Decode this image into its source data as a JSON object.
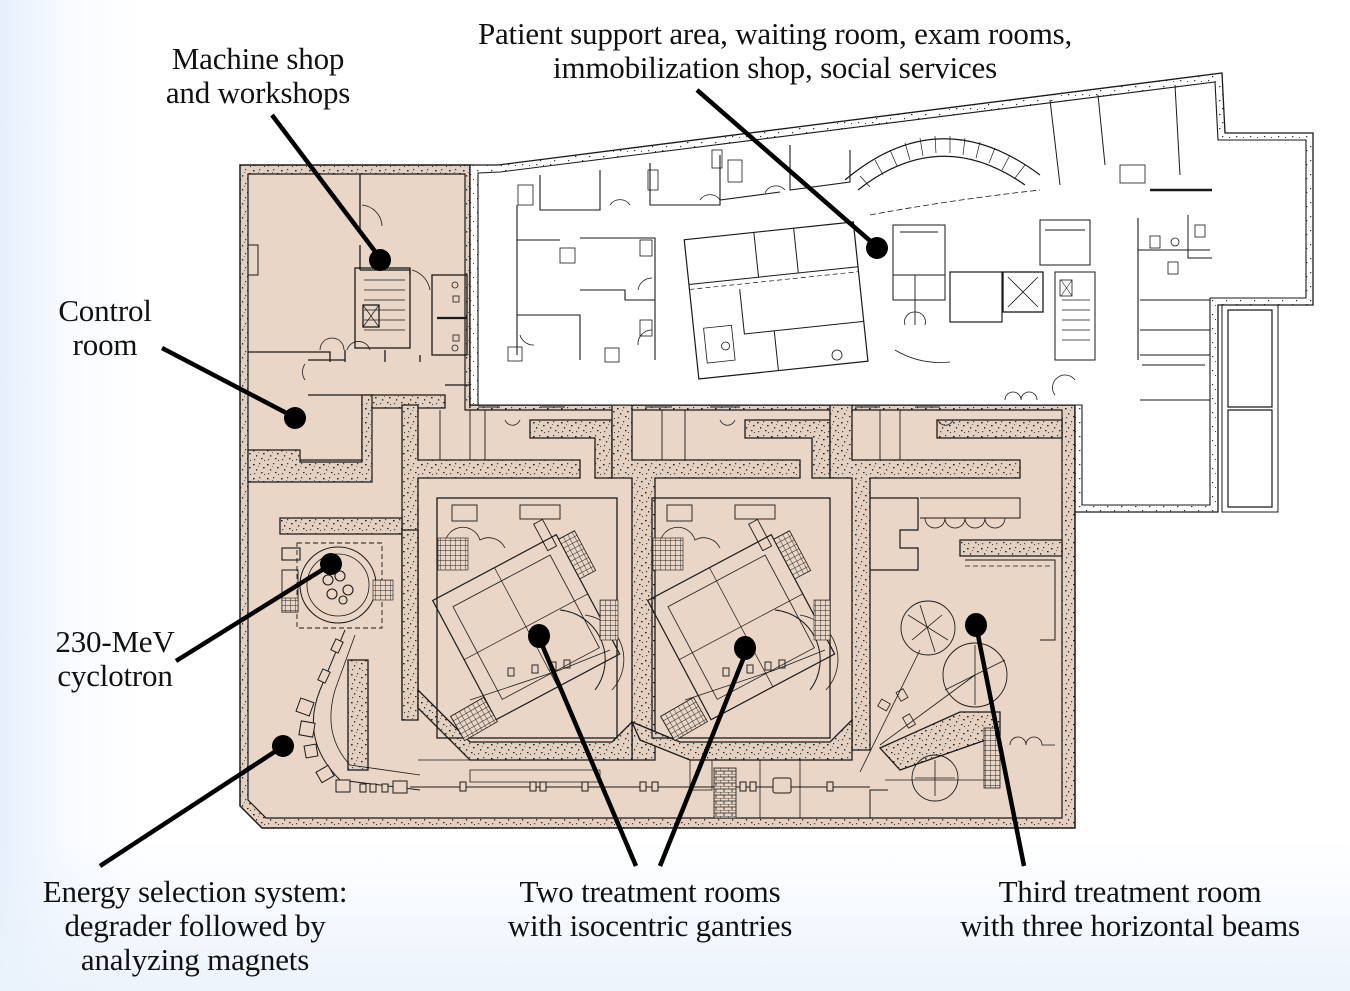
{
  "figure": {
    "title": "Proton therapy facility floor plan",
    "colors": {
      "shielded_area_fill": "#e9d6c7",
      "concrete_fill": "#e2cfc0",
      "wall_stroke": "#1a1a1a",
      "callout": "#000000",
      "background_edge": "#e6effb"
    }
  },
  "labels": {
    "machine_shop": {
      "lines": [
        "Machine shop",
        "and workshops"
      ]
    },
    "patient_support": {
      "lines": [
        "Patient support area, waiting room, exam rooms,",
        "immobilization shop, social services"
      ]
    },
    "control_room": {
      "lines": [
        "Control",
        "room"
      ]
    },
    "cyclotron": {
      "lines": [
        "230-MeV",
        "cyclotron"
      ]
    },
    "energy_selection": {
      "lines": [
        "Energy selection system:",
        "degrader followed by",
        "analyzing magnets"
      ]
    },
    "gantry_rooms": {
      "lines": [
        "Two treatment rooms",
        "with isocentric gantries"
      ]
    },
    "third_room": {
      "lines": [
        "Third treatment room",
        "with three horizontal beams"
      ]
    }
  },
  "regions": [
    {
      "id": "machine-shop",
      "name": "Machine shop and workshops",
      "shielded": true
    },
    {
      "id": "control-room",
      "name": "Control room",
      "shielded": true
    },
    {
      "id": "patient-support",
      "name": "Patient support area",
      "shielded": false
    },
    {
      "id": "cyclotron-vault",
      "name": "230-MeV cyclotron",
      "shielded": true
    },
    {
      "id": "energy-selection",
      "name": "Energy selection system",
      "shielded": true
    },
    {
      "id": "gantry-room-1",
      "name": "Treatment room 1 (isocentric gantry)",
      "shielded": true
    },
    {
      "id": "gantry-room-2",
      "name": "Treatment room 2 (isocentric gantry)",
      "shielded": true
    },
    {
      "id": "fixed-beam-room",
      "name": "Third treatment room (three horizontal beams)",
      "shielded": true
    }
  ]
}
